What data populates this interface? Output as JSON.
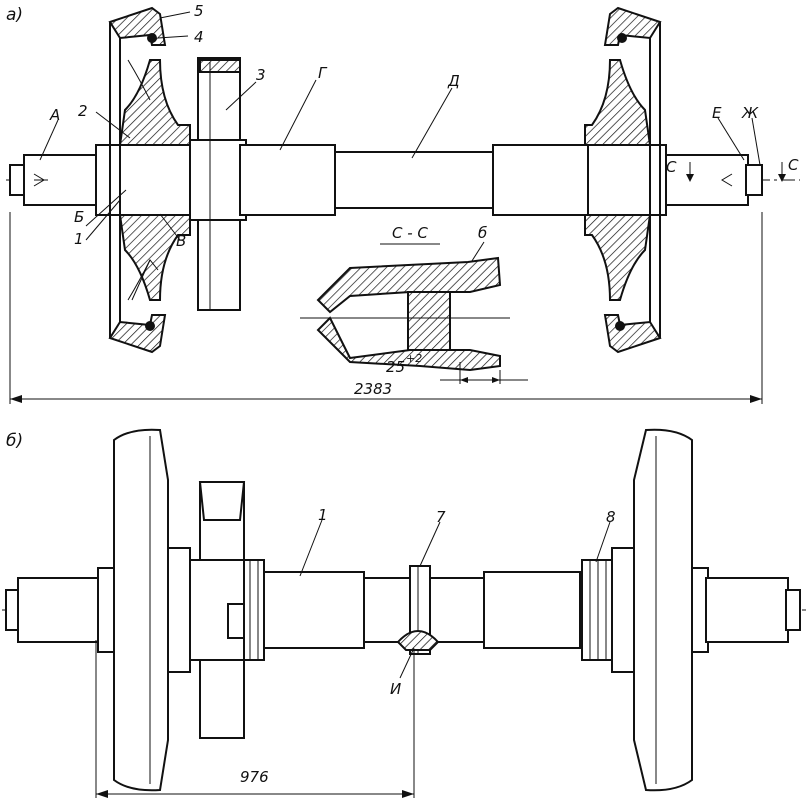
{
  "views": {
    "top_label": "а)",
    "bottom_label": "б)"
  },
  "callouts_top": [
    "5",
    "4",
    "3",
    "Г",
    "Д",
    "А",
    "2",
    "Е",
    "Ж",
    "С",
    "С",
    "Б",
    "1",
    "В",
    "б"
  ],
  "section": {
    "title": "С - С",
    "dimension": "25",
    "tolerance": "+2"
  },
  "overall_length": "2383",
  "callouts_bottom": [
    "1",
    "7",
    "8",
    "И"
  ],
  "bottom_dimension": "976"
}
